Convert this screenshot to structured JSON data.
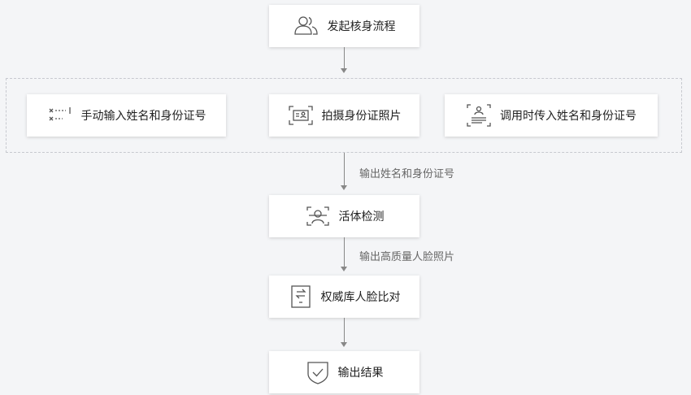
{
  "nodes": {
    "start": "发起核身流程",
    "manual_input": "手动输入姓名和身份证号",
    "photo_id": "拍摄身份证照片",
    "api_input": "调用时传入姓名和身份证号",
    "liveness": "活体检测",
    "authority_compare": "权威库人脸比对",
    "output_result": "输出结果"
  },
  "edges": {
    "label1": "输出姓名和身份证号",
    "label2": "输出高质量人脸照片"
  },
  "colors": {
    "icon": "#555555",
    "arrow": "#888888",
    "dashed_border": "#c7c9cf",
    "background": "#f4f5f7"
  }
}
